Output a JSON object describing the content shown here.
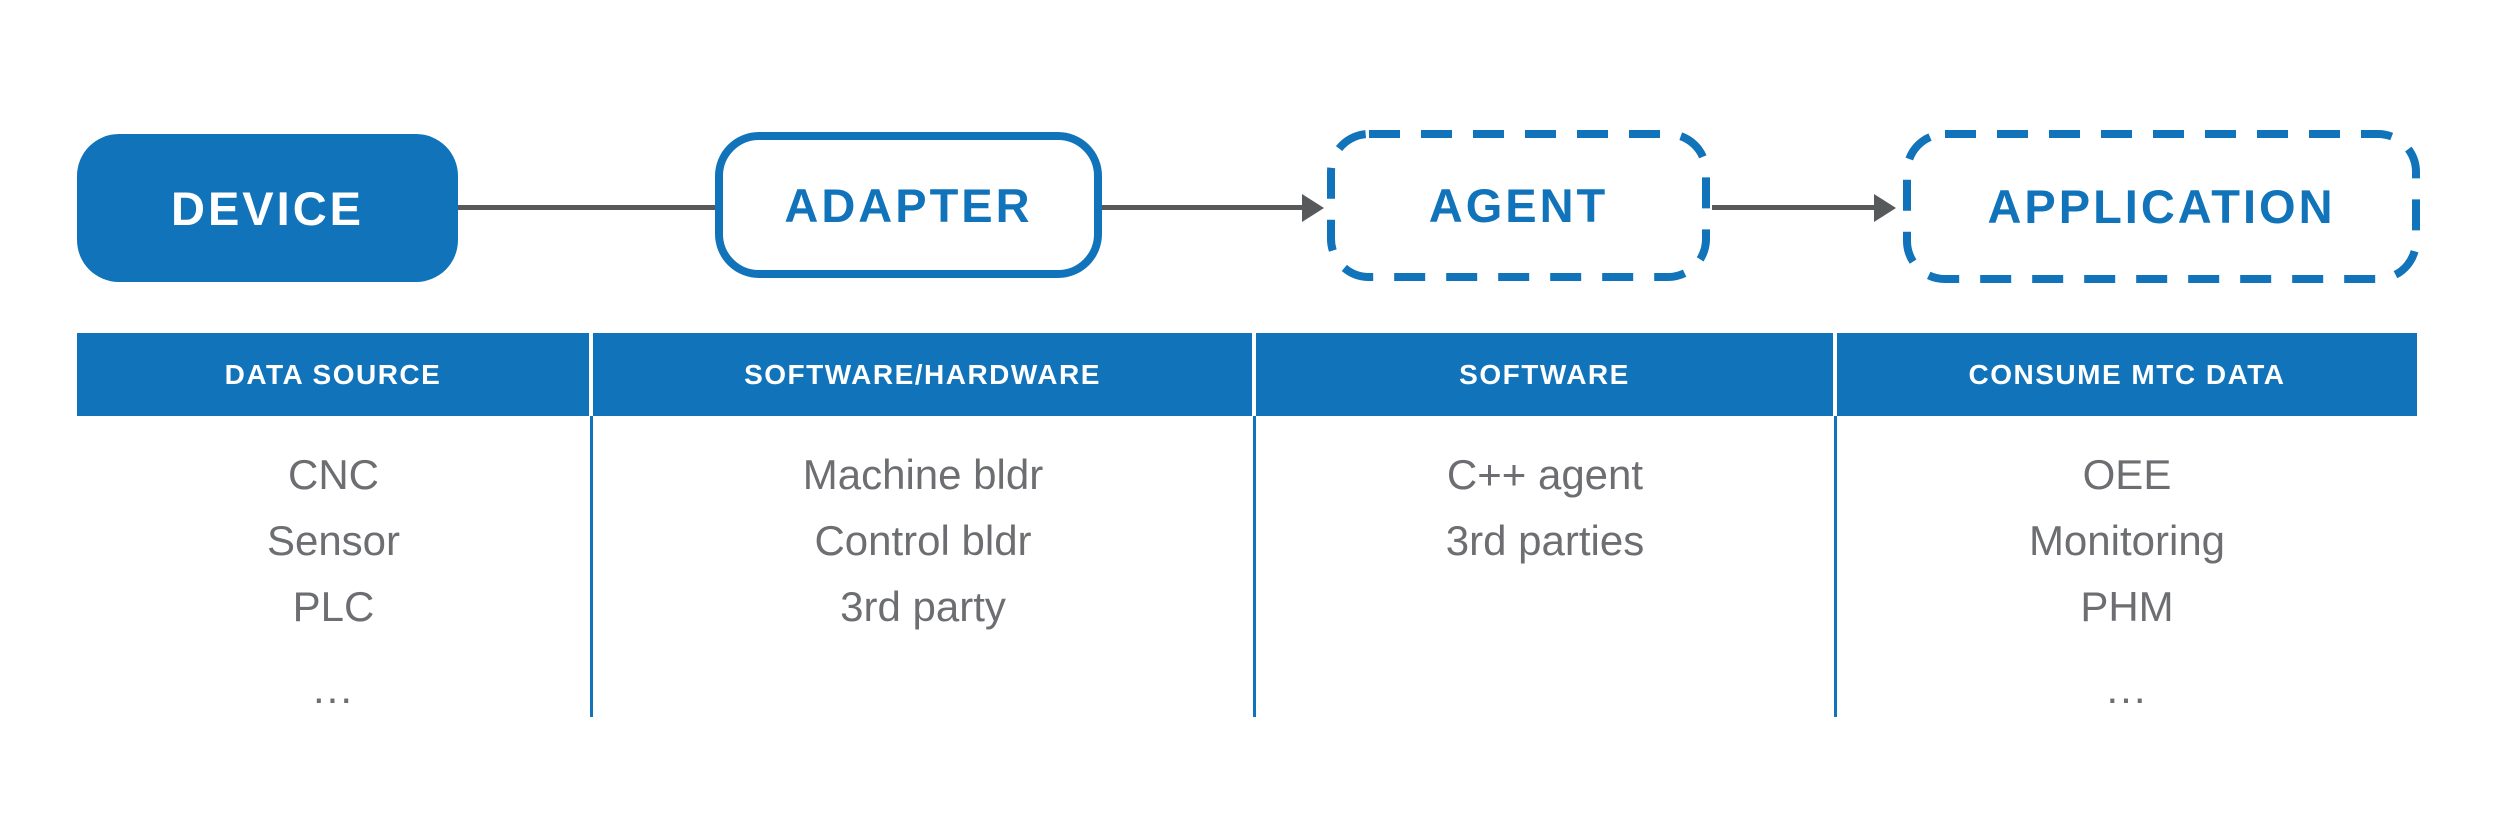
{
  "colors": {
    "accent_blue": "#1173b9",
    "connector_gray": "#58595b",
    "body_text_gray": "#6d6e71",
    "node_text_white": "#ffffff"
  },
  "flow": {
    "nodes": [
      {
        "label": "DEVICE",
        "style": "solid-fill"
      },
      {
        "label": "ADAPTER",
        "style": "solid-outline"
      },
      {
        "label": "AGENT",
        "style": "dashed-outline"
      },
      {
        "label": "APPLICATION",
        "style": "dashed-outline"
      }
    ],
    "connectors": [
      {
        "from": "DEVICE",
        "to": "ADAPTER",
        "arrowhead": false
      },
      {
        "from": "ADAPTER",
        "to": "AGENT",
        "arrowhead": true
      },
      {
        "from": "AGENT",
        "to": "APPLICATION",
        "arrowhead": true
      }
    ]
  },
  "table": {
    "columns": [
      {
        "header": "DATA SOURCE",
        "items": [
          "CNC",
          "Sensor",
          "PLC",
          "..."
        ]
      },
      {
        "header": "SOFTWARE/HARDWARE",
        "items": [
          "Machine bldr",
          "Control bldr",
          "3rd party"
        ]
      },
      {
        "header": "SOFTWARE",
        "items": [
          "C++ agent",
          "3rd parties"
        ]
      },
      {
        "header": "CONSUME MTC DATA",
        "items": [
          "OEE",
          "Monitoring",
          "PHM",
          "..."
        ]
      }
    ]
  }
}
